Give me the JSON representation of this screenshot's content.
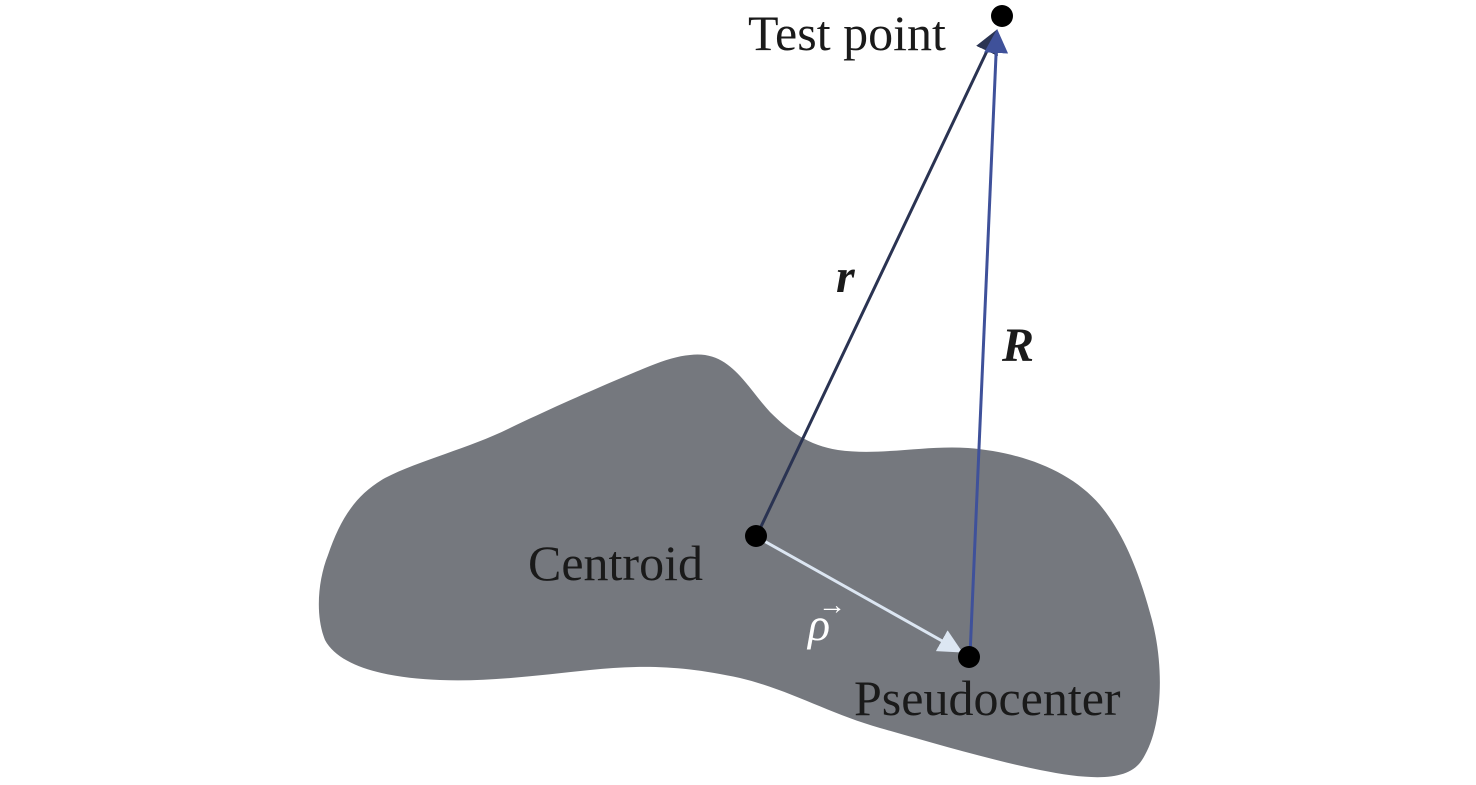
{
  "labels": {
    "test_point": "Test point",
    "centroid": "Centroid",
    "pseudocenter": "Pseudocenter",
    "vector_r": "r",
    "vector_R": "R",
    "vector_rho": "ρ",
    "vector_rho_arrow": "→"
  },
  "colors": {
    "body_fill": "#75787e",
    "point": "#000000",
    "vector_r": "#2a3352",
    "vector_R": "#3f519a",
    "vector_rho": "#dce6f2",
    "text_dark": "#1a1a1a",
    "text_light": "#ffffff"
  }
}
